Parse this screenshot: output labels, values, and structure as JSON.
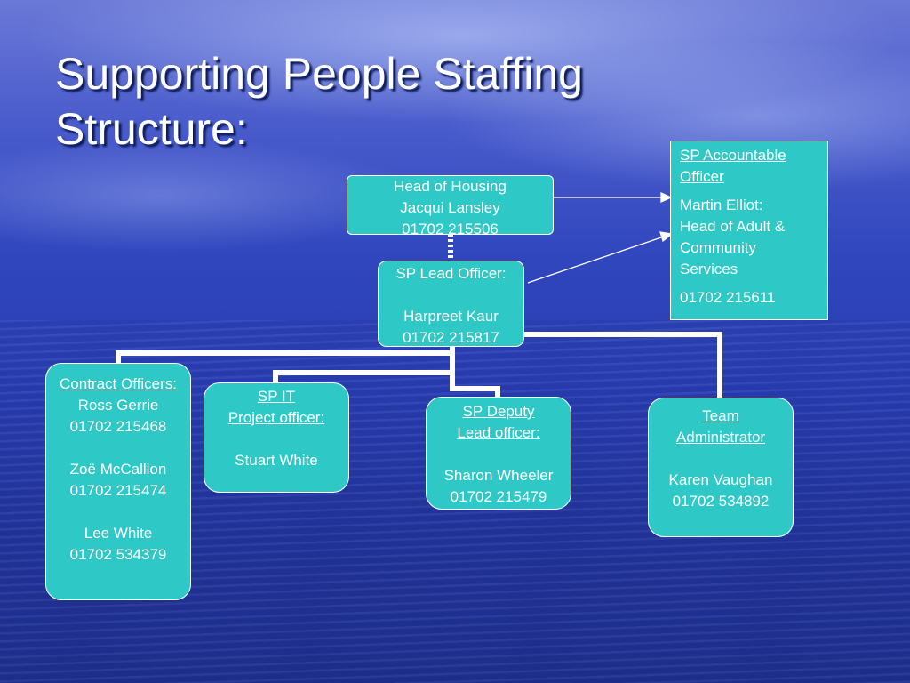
{
  "title_line1": "Supporting People Staffing",
  "title_line2": "Structure:",
  "head_of_housing": {
    "role": "Head of Housing",
    "name": "Jacqui Lansley",
    "phone": "01702 215506"
  },
  "lead_officer": {
    "role": "SP Lead Officer:",
    "name": "Harpreet Kaur",
    "phone": "01702 215817"
  },
  "accountable_officer": {
    "role_line1": "SP Accountable",
    "role_line2": "Officer",
    "name_line1": "Martin Elliot:",
    "name_line2": "Head of Adult &",
    "name_line3": "Community",
    "name_line4": "Services",
    "phone": "01702 215611"
  },
  "contract_officers": {
    "role": "Contract Officers:",
    "person1_name": "Ross Gerrie",
    "person1_phone": "01702 215468",
    "person2_name": "Zoë McCallion",
    "person2_phone": "01702 215474",
    "person3_name": "Lee White",
    "person3_phone": "01702 534379"
  },
  "it_officer": {
    "role_line1": "SP IT",
    "role_line2": "Project officer:",
    "name": "Stuart White"
  },
  "deputy_lead": {
    "role_line1": "SP Deputy",
    "role_line2": "Lead officer:",
    "name": "Sharon Wheeler",
    "phone": "01702 215479"
  },
  "team_admin": {
    "role_line1": "Team",
    "role_line2": "Administrator",
    "name": "Karen Vaughan",
    "phone": "01702 534892"
  },
  "colors": {
    "box_fill": "#2ec9c6",
    "text": "#ffffff",
    "connector": "#ffffff"
  }
}
